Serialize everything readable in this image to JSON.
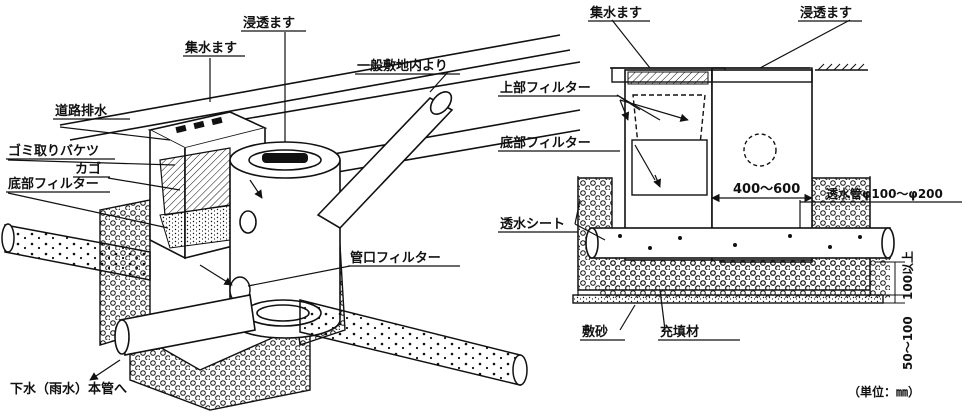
{
  "left_diagram": {
    "labels": {
      "collection_basin": "集水ます",
      "infiltration_basin": "浸透ます",
      "from_site": "一般敷地内より",
      "road_drainage": "道路排水",
      "trash_bucket": "ゴミ取りバケツ",
      "basket": "カゴ",
      "bottom_filter": "底部フィルター",
      "pipe_filter": "管口フィルター",
      "to_main_sewer": "下水（雨水）本管へ"
    }
  },
  "right_diagram": {
    "labels": {
      "collection_basin": "集水ます",
      "infiltration_basin": "浸透ます",
      "top_filter": "上部フィルター",
      "bottom_filter": "底部フィルター",
      "permeable_pipe": "透水管φ100～φ200",
      "width_dim": "400～600",
      "permeable_sheet": "透水シート",
      "depth_dim_top": "100以上",
      "depth_dim_bottom": "50～100",
      "base_sand": "敷砂",
      "fill_material": "充填材",
      "unit": "（単位：㎜）"
    }
  },
  "colors": {
    "ink": "#111111",
    "background": "#ffffff"
  }
}
